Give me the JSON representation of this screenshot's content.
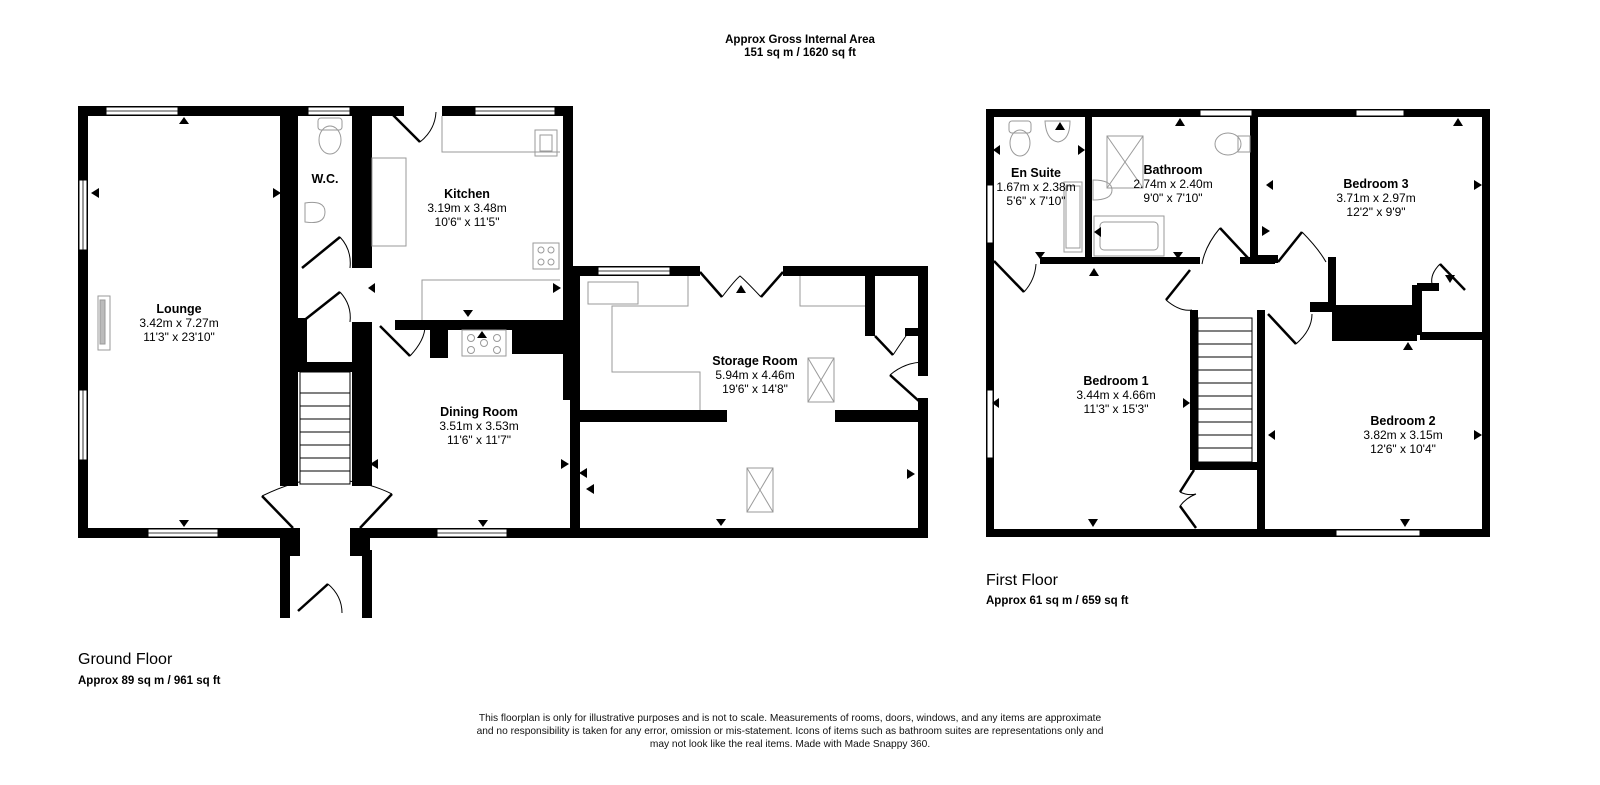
{
  "header": {
    "line1": "Approx Gross Internal Area",
    "line2": "151 sq m / 1620 sq ft"
  },
  "ground_floor": {
    "title": "Ground Floor",
    "area": "Approx 89 sq m / 961 sq ft",
    "rooms": [
      {
        "name": "Lounge",
        "metric": "3.42m x 7.27m",
        "imperial": "11'3\" x 23'10\""
      },
      {
        "name": "W.C.",
        "metric": "",
        "imperial": ""
      },
      {
        "name": "Kitchen",
        "metric": "3.19m x 3.48m",
        "imperial": "10'6\" x 11'5\""
      },
      {
        "name": "Dining Room",
        "metric": "3.51m x 3.53m",
        "imperial": "11'6\" x 11'7\""
      },
      {
        "name": "Storage Room",
        "metric": "5.94m x 4.46m",
        "imperial": "19'6\" x 14'8\""
      }
    ]
  },
  "first_floor": {
    "title": "First Floor",
    "area": "Approx 61 sq m / 659 sq ft",
    "rooms": [
      {
        "name": "En Suite",
        "metric": "1.67m x 2.38m",
        "imperial": "5'6\" x 7'10\""
      },
      {
        "name": "Bathroom",
        "metric": "2.74m x 2.40m",
        "imperial": "9'0\" x 7'10\""
      },
      {
        "name": "Bedroom 3",
        "metric": "3.71m x 2.97m",
        "imperial": "12'2\" x 9'9\""
      },
      {
        "name": "Bedroom 1",
        "metric": "3.44m x 4.66m",
        "imperial": "11'3\" x 15'3\""
      },
      {
        "name": "Bedroom 2",
        "metric": "3.82m x 3.15m",
        "imperial": "12'6\" x 10'4\""
      }
    ]
  },
  "disclaimer": {
    "line1": "This floorplan is only for illustrative purposes and is not to scale. Measurements of rooms, doors, windows, and any items are approximate",
    "line2": "and no responsibility is taken for any error, omission or mis-statement. Icons of items such as bathroom suites are representations only and",
    "line3": "may not look like the real items. Made with Made Snappy 360."
  },
  "colors": {
    "wall": "#000000",
    "fixture": "#9a9a9a",
    "background": "#ffffff"
  }
}
